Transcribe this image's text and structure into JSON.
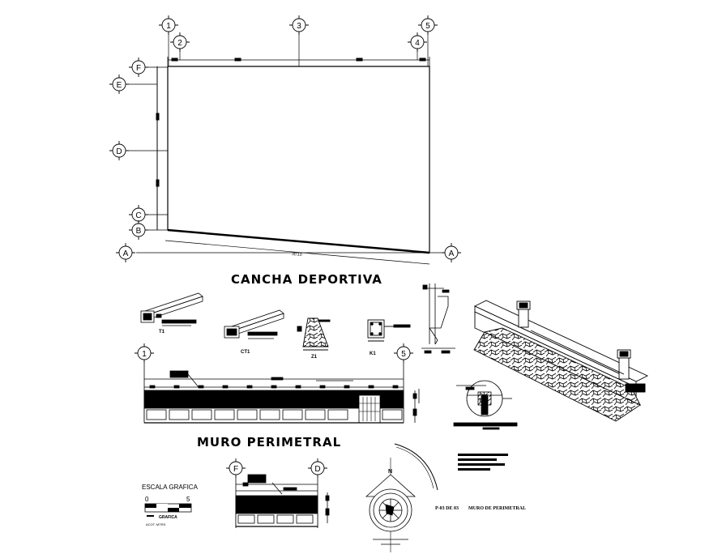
{
  "titles": {
    "cancha": "CANCHA DEPORTIVA",
    "muro": "MURO PERIMETRAL"
  },
  "grid_axes": {
    "top": [
      "1",
      "2",
      "3",
      "4",
      "5"
    ],
    "left": [
      "F",
      "E",
      "D",
      "C",
      "B"
    ],
    "bottom": [
      "A",
      "A"
    ],
    "elevation": [
      "1",
      "5"
    ],
    "detail": [
      "F",
      "D"
    ]
  },
  "plan": {
    "dimension": "30.10"
  },
  "details": {
    "t1": "T1",
    "ct1": "CT1",
    "z1": "Z1",
    "k1": "K1"
  },
  "scale": {
    "title": "ESCALA GRAFICA",
    "min": "0",
    "max": "5",
    "sub": "GRAFICA",
    "note": "ACOT. MTRS."
  },
  "sheet": {
    "number": "P-03 DE 03",
    "title": "MURO DE PERIMETRAL"
  },
  "north_label": "N"
}
